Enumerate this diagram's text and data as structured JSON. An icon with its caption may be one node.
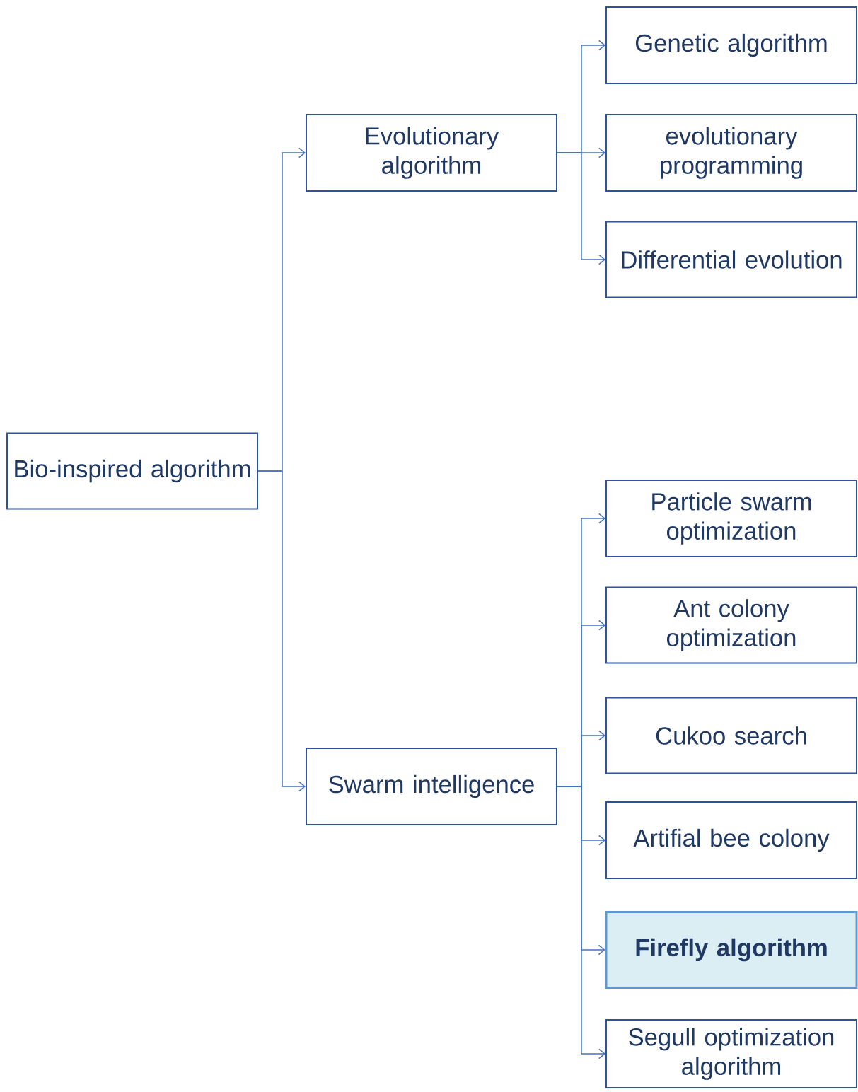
{
  "diagram": {
    "nodes": [
      {
        "text": [
          "Bio-inspired algorithm"
        ]
      },
      {
        "text": [
          "Evolutionary algorithm"
        ]
      },
      {
        "text": [
          "Swarm intelligence"
        ]
      },
      {
        "text": [
          "Genetic algorithm"
        ]
      },
      {
        "text": [
          "evolutionary programming"
        ]
      },
      {
        "text": [
          "Differential evolution"
        ]
      },
      {
        "text": [
          "Particle swarm optimization"
        ]
      },
      {
        "text": [
          "Ant colony optimization"
        ]
      },
      {
        "text": [
          "Cukoo search"
        ]
      },
      {
        "text": [
          "Artifial bee colony"
        ]
      },
      {
        "text": [
          "Firefly algorithm"
        ]
      },
      {
        "text": [
          "Segull optimization algorithm"
        ]
      }
    ],
    "edges": [
      {
        "from": 0,
        "to": 1,
        "arrow": "to"
      },
      {
        "from": 0,
        "to": 2,
        "arrow": "to"
      },
      {
        "from": 1,
        "to": 3,
        "arrow": "to"
      },
      {
        "from": 1,
        "to": 4,
        "arrow": "to"
      },
      {
        "from": 1,
        "to": 5,
        "arrow": "to"
      },
      {
        "from": 2,
        "to": 6,
        "arrow": "to"
      },
      {
        "from": 2,
        "to": 7,
        "arrow": "to"
      },
      {
        "from": 2,
        "to": 8,
        "arrow": "to"
      },
      {
        "from": 2,
        "to": 9,
        "arrow": "to"
      },
      {
        "from": 2,
        "to": 10,
        "arrow": "to"
      },
      {
        "from": 2,
        "to": 11,
        "arrow": "to"
      }
    ]
  }
}
